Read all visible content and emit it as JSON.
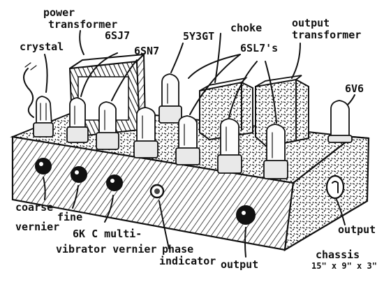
{
  "labels": {
    "power_transformer": [
      "power",
      "transformer"
    ],
    "crystal": "crystal",
    "tube_6sj7": "6SJ7",
    "tube_6sn7": "6SN7",
    "tube_5y3gt": "5Y3GT",
    "choke": "choke",
    "tube_6sl7s": "6SL7's",
    "output_transformer": [
      "output",
      "transformer"
    ],
    "tube_6v6": "6V6",
    "coarse_vernier": [
      "coarse",
      "vernier"
    ],
    "fine": "fine",
    "multivibrator_vernier": [
      "6K C multi-",
      "vibrator vernier"
    ],
    "phase_indicator": [
      "phase",
      "indicator"
    ],
    "output_front": "output",
    "output_side": "output",
    "chassis": [
      "chassis",
      "15\" x 9\" x 3\""
    ]
  }
}
